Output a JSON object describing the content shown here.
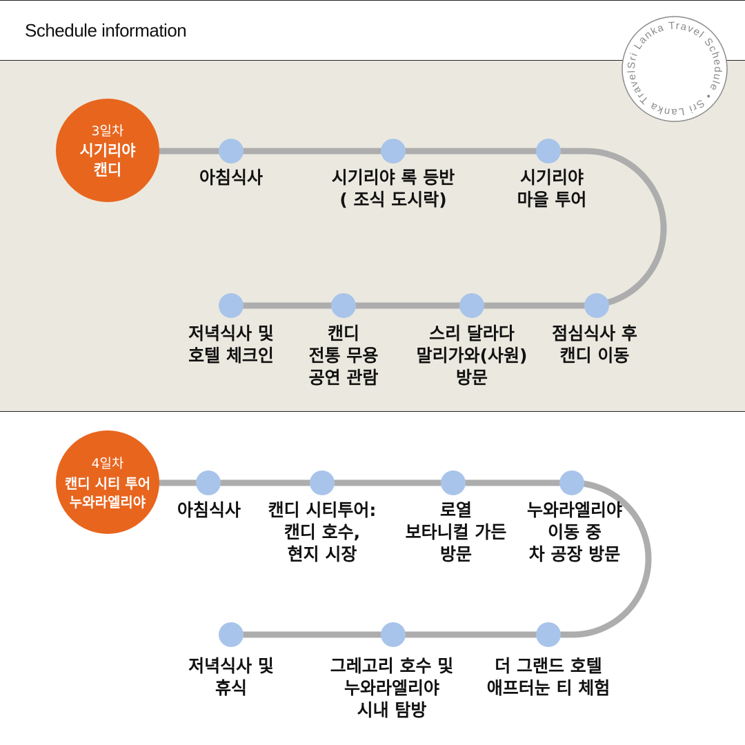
{
  "header": {
    "title": "Schedule information"
  },
  "stamp": {
    "text": "Sri Lanka Travel Schedule • Sri Lanka Travel •"
  },
  "colors": {
    "accent": "#e8651e",
    "dot": "#a9c4ea",
    "track": "#adadad",
    "day1_background": "#ebe9df"
  },
  "days": [
    {
      "day_label": "3일차",
      "title_lines": [
        "시기리야",
        "캔디"
      ],
      "stops_top": [
        {
          "lines": [
            "아침식사"
          ]
        },
        {
          "lines": [
            "시기리야 록 등반",
            "( 조식 도시락)"
          ]
        },
        {
          "lines": [
            "시기리야",
            "마을 투어"
          ]
        }
      ],
      "stops_bottom": [
        {
          "lines": [
            "저녁식사 및",
            "호텔 체크인"
          ]
        },
        {
          "lines": [
            "캔디",
            "전통 무용",
            "공연 관람"
          ]
        },
        {
          "lines": [
            "스리 달라다",
            "말리가와(사원)",
            "방문"
          ]
        },
        {
          "lines": [
            "점심식사 후",
            "캔디 이동"
          ]
        }
      ]
    },
    {
      "day_label": "4일차",
      "title_lines": [
        "캔디 시티 투어",
        "누와라엘리야"
      ],
      "stops_top": [
        {
          "lines": [
            "아침식사"
          ]
        },
        {
          "lines": [
            "캔디 시티투어:",
            "캔디 호수,",
            "현지 시장"
          ]
        },
        {
          "lines": [
            "로열",
            "보타니컬 가든",
            "방문"
          ]
        },
        {
          "lines": [
            "누와라엘리야",
            "이동 중",
            "차 공장 방문"
          ]
        }
      ],
      "stops_bottom": [
        {
          "lines": [
            "저녁식사 및",
            "휴식"
          ]
        },
        {
          "lines": [
            "그레고리 호수 및",
            "누와라엘리야",
            "시내 탐방"
          ]
        },
        {
          "lines": [
            "더 그랜드 호텔",
            "애프터눈 티 체험"
          ]
        }
      ]
    }
  ]
}
